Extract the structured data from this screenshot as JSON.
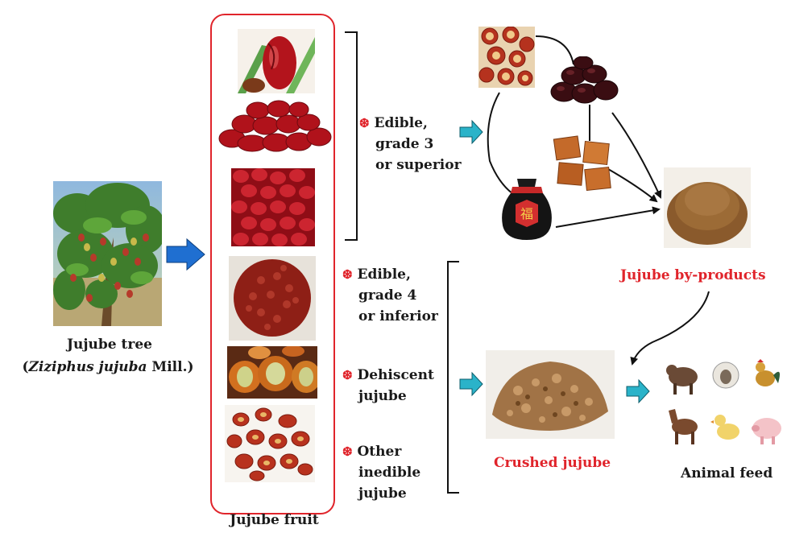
{
  "tree": {
    "title": "Jujube tree",
    "sci_prefix": "(",
    "sci_italic": "Ziziphus jujuba",
    "sci_suffix": " Mill.)"
  },
  "fruit_label": "Jujube fruit",
  "categories": {
    "cat1": [
      "Edible,",
      "grade 3",
      "or superior"
    ],
    "cat2": [
      "Edible,",
      "grade 4",
      "or inferior"
    ],
    "cat3": [
      "Dehiscent",
      "jujube"
    ],
    "cat4": [
      "Other",
      "inedible",
      "jujube"
    ]
  },
  "byproducts_label": "Jujube by-products",
  "crushed_label": "Crushed jujube",
  "feed_label": "Animal feed",
  "bullet_symbol": "❆",
  "colors": {
    "accent_red": "#e0242b",
    "arrow_blue": "#1f6fd1",
    "arrow_teal": "#2ab3c9"
  },
  "wine_seal_char": "福"
}
